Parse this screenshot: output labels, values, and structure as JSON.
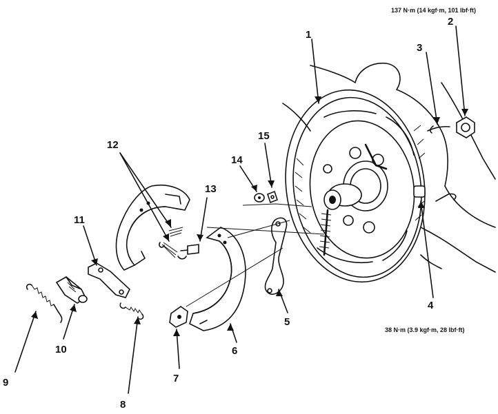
{
  "torque_specs": {
    "nut": "137 N·m (14 kgf·m, 101 lbf·ft)",
    "bolt": "38 N·m (3.9 kgf·m, 28 lbf·ft)"
  },
  "callouts": [
    "1",
    "2",
    "3",
    "4",
    "5",
    "6",
    "7",
    "8",
    "9",
    "10",
    "11",
    "12",
    "13",
    "14",
    "15"
  ]
}
